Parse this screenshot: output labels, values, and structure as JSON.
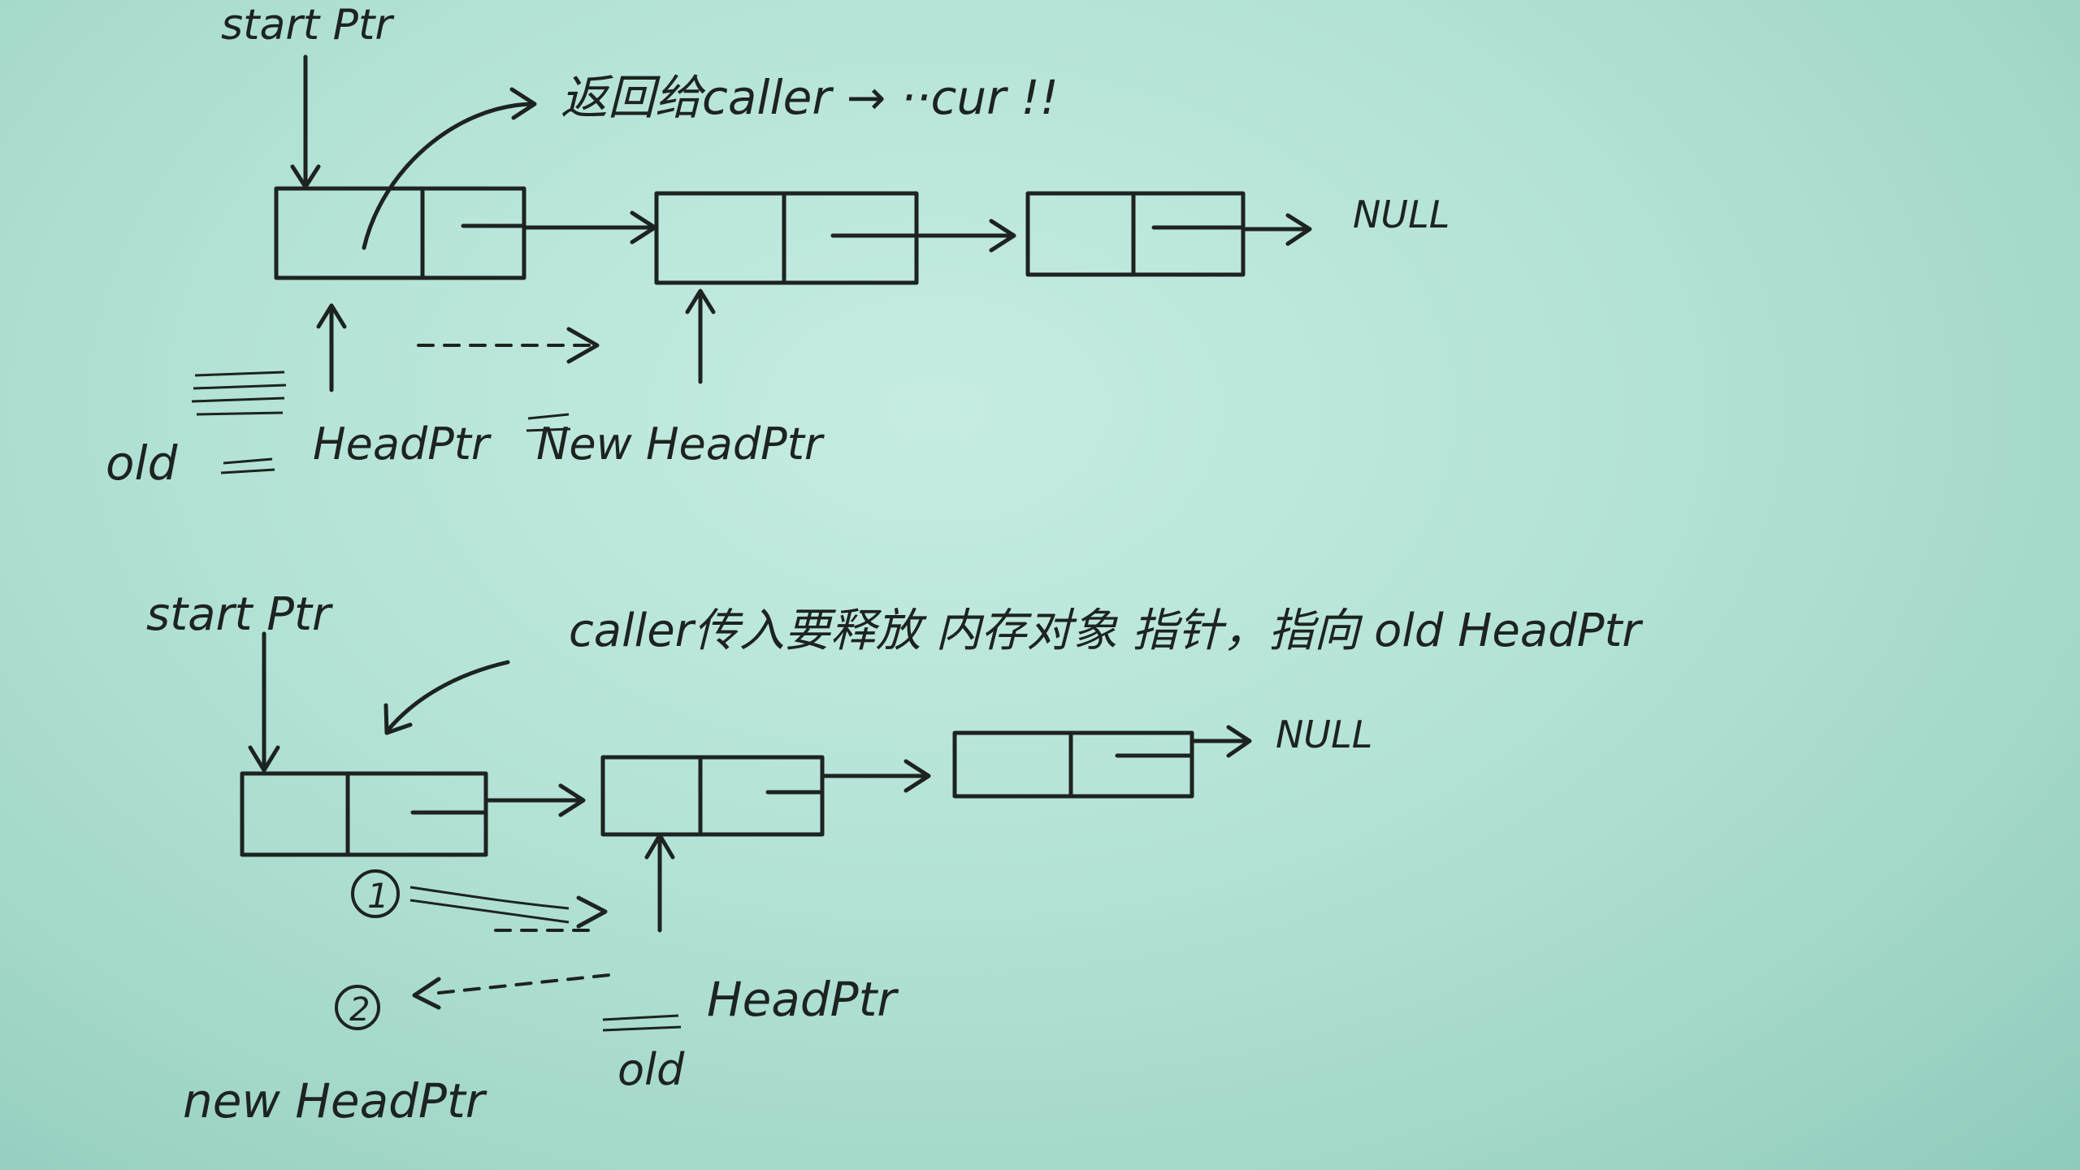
{
  "top": {
    "start_ptr": "start Ptr",
    "annotation": "返回给caller → ··cur !!",
    "null": "NULL",
    "old_prefix": "old",
    "old_label": "HeadPtr",
    "new_label": "New HeadPtr"
  },
  "bottom": {
    "start_ptr": "start Ptr",
    "annotation": "caller传入要释放 内存对象 指针，指向 old HeadPtr",
    "null": "NULL",
    "step1": "1",
    "step2": "2",
    "new_head": "new HeadPtr",
    "old_head": "HeadPtr",
    "old_suffix": "old"
  },
  "colors": {
    "paper": "#b3e2d6",
    "ink": "#1d2320"
  }
}
